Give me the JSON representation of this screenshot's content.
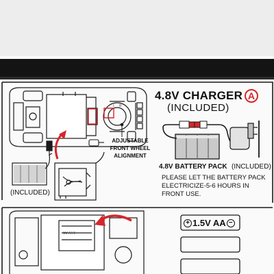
{
  "charger": {
    "title": "4.8V CHARGER",
    "badge": "A",
    "subtitle": "(INCLUDED)"
  },
  "battery_pack": {
    "label": "4.8V BATTERY PACK",
    "included": "(INCLUDED)"
  },
  "instructions": "PLEASE LET THE BATTERY PACK ELECTRICIZE-5-6 HOURS IN FRONT USE.",
  "left_battery": {
    "included": "(INCLUDED)"
  },
  "adjustable_label": "ADJUSTABLE FRONT WHEEL ALIGNMENT",
  "aa_label": {
    "plus": "+",
    "text": "1.5V AA",
    "minus": "−"
  },
  "small_markings": {
    "aa_upside": "1.5V AA",
    "l_mark": "L",
    "r_mark": "R"
  },
  "colors": {
    "accent_red": "#d6262b",
    "line": "#1a1a1a",
    "frame_dark": "#141414",
    "paper": "#fafafa"
  }
}
